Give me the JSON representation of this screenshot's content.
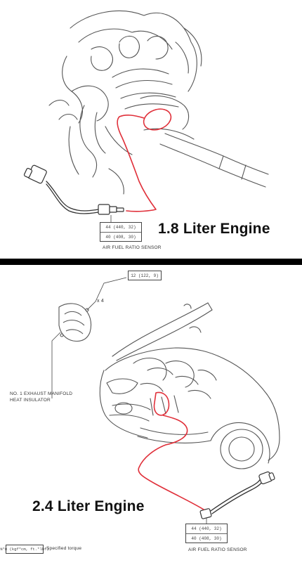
{
  "top_panel": {
    "engine_label": "1.8 Liter Engine",
    "torque_box": {
      "line1": "44 (440, 32)",
      "line2": "40 (408, 30)"
    },
    "sensor_caption": "AIR FUEL RATIO SENSOR"
  },
  "bottom_panel": {
    "engine_label": "2.4 Liter Engine",
    "bolt_tag": "12 (122, 9)",
    "bolt_count": "x 4",
    "insulator_caption_line1": "NO. 1 EXHAUST MANIFOLD",
    "insulator_caption_line2": "HEAT INSULATOR",
    "torque_box": {
      "line1": "44 (440, 32)",
      "line2": "40 (408, 30)"
    },
    "sensor_caption": "AIR FUEL RATIO SENSOR",
    "legend_key": "N*m (kgf*cm, ft.*lbf)",
    "legend_text": "Specified torque"
  },
  "colors": {
    "highlight": "#e0303a",
    "divider": "#000000",
    "lineart": "#555555"
  }
}
